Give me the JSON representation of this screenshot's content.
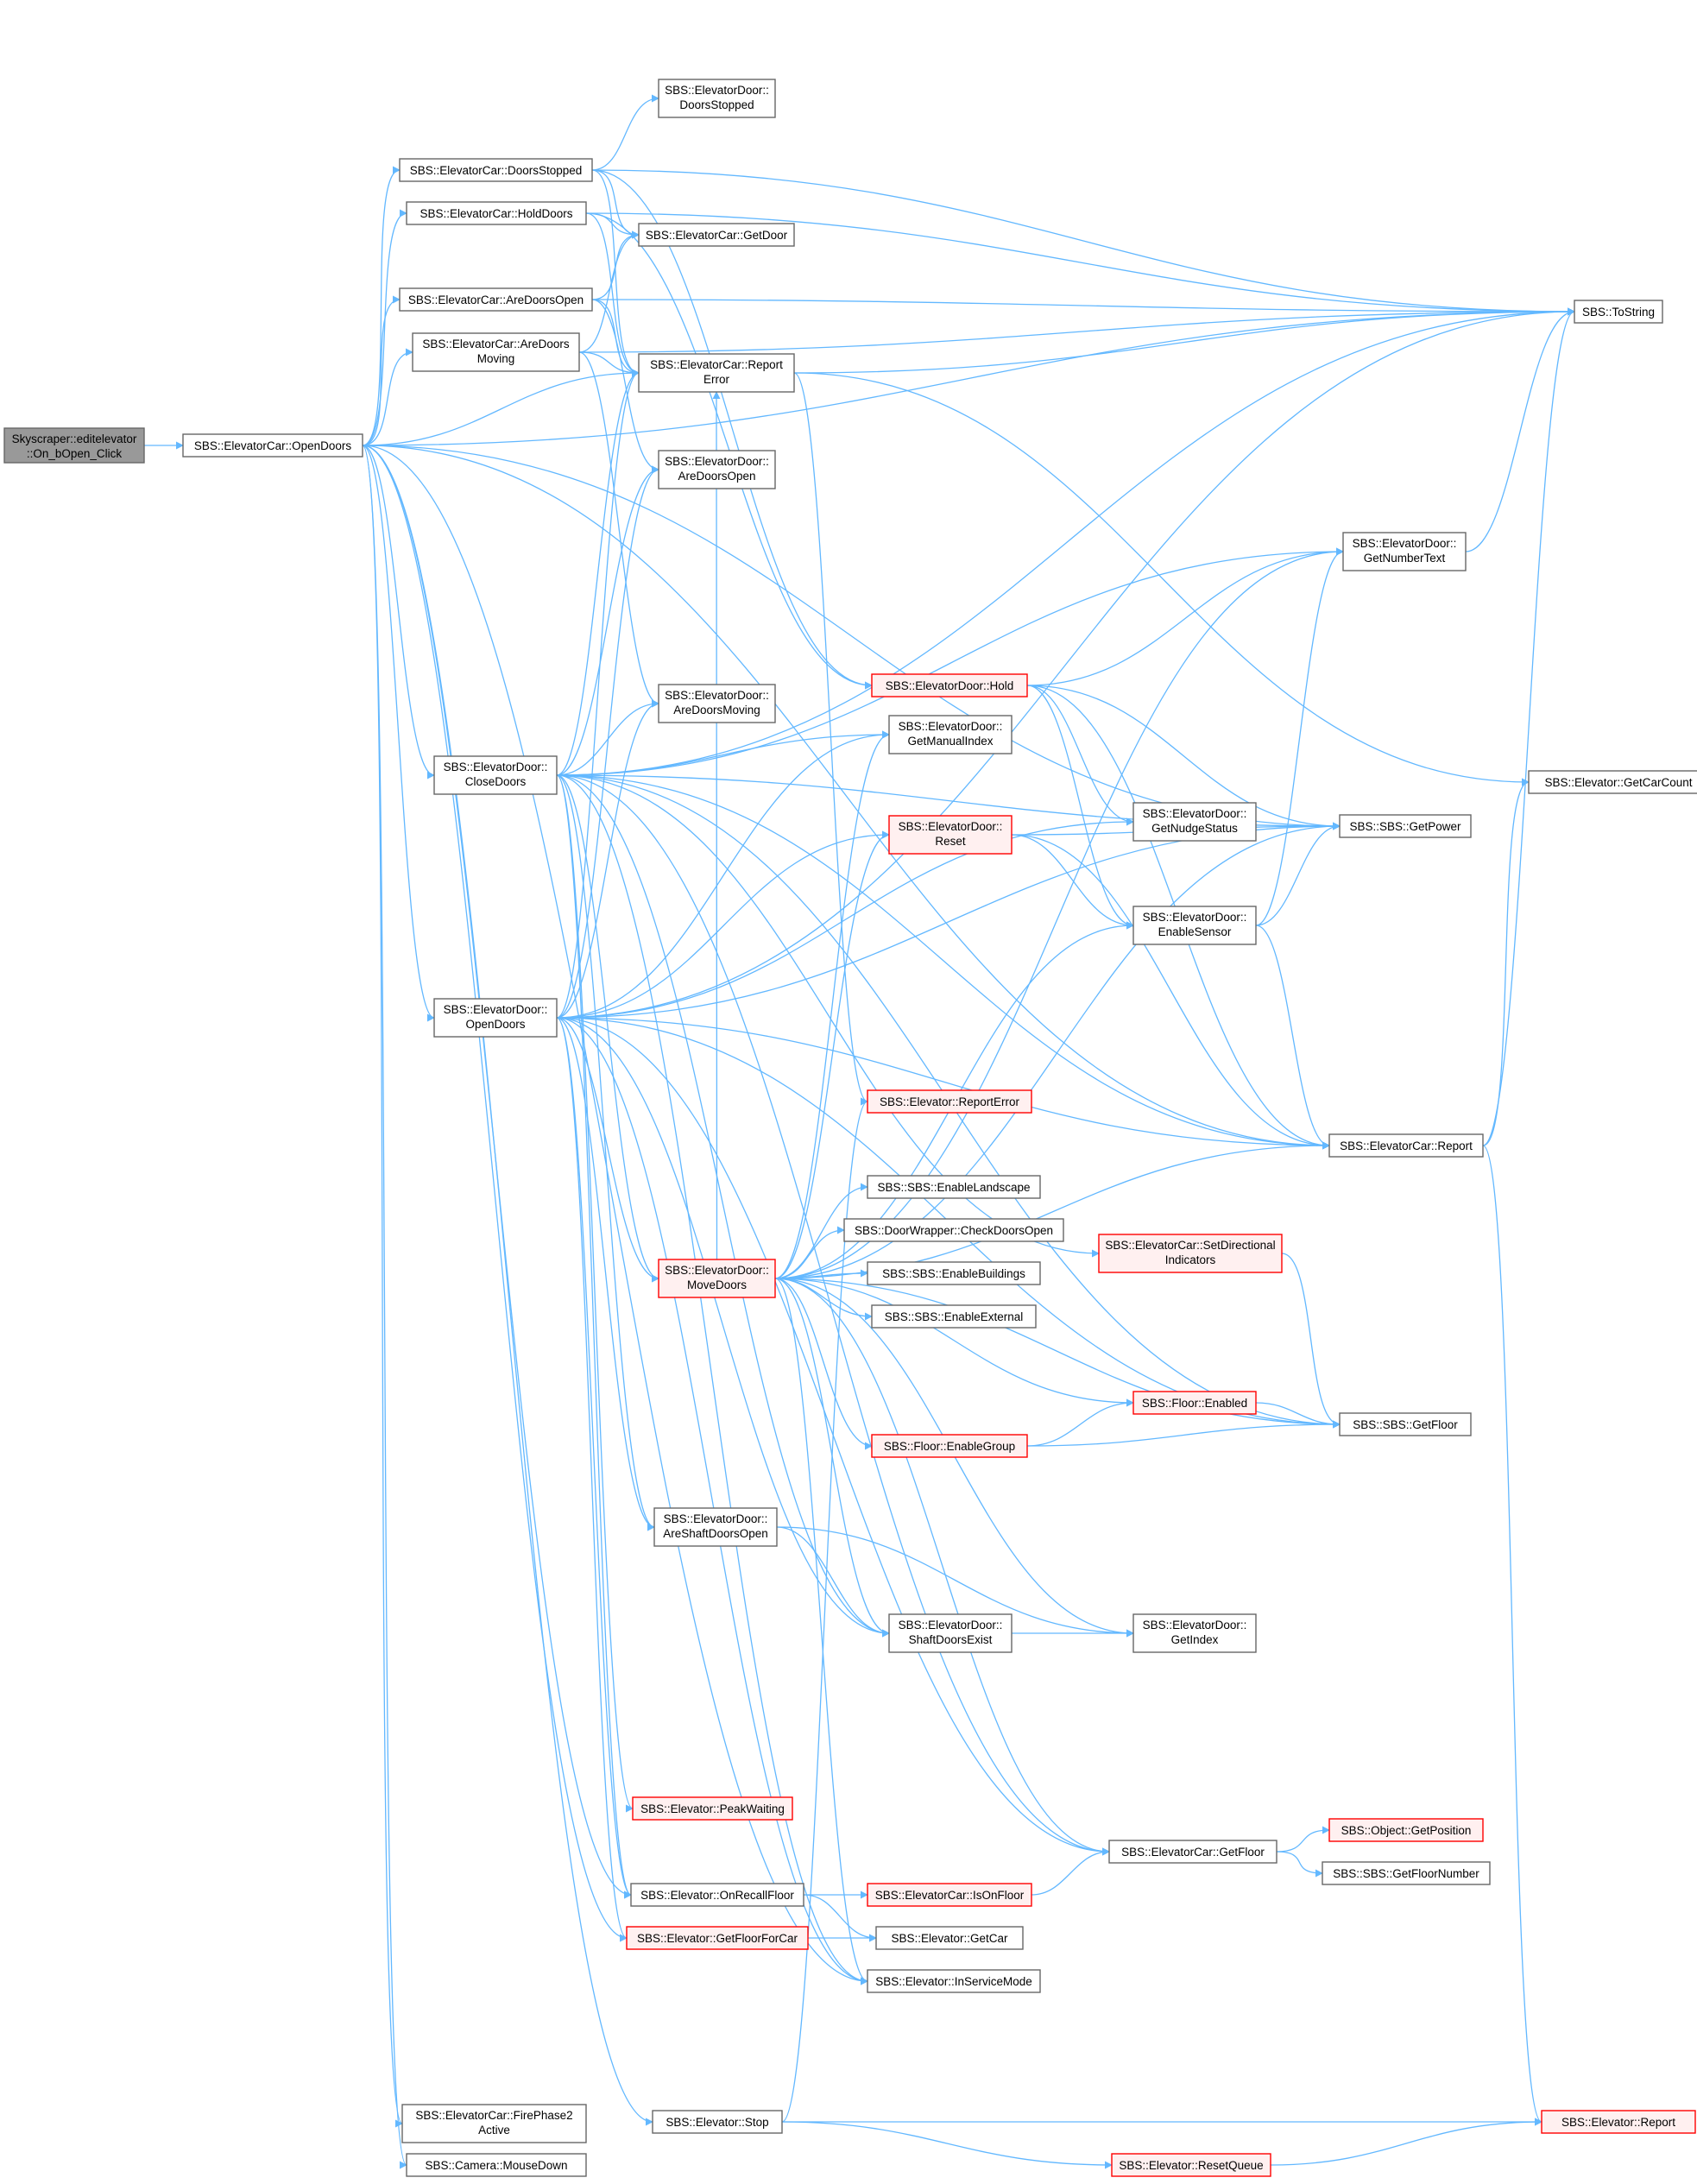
{
  "colors": {
    "edge": "#63b8ff",
    "node_border": "#666666",
    "node_fill": "#ffffff",
    "focus_fill": "#999999",
    "focus_border": "#666666",
    "truncated_border": "#ff0000",
    "truncated_fill": "#fff0f0"
  },
  "nodes": [
    {
      "id": "root",
      "lines": [
        "Skyscraper::editelevator",
        "::On_bOpen_Click"
      ],
      "kind": "focus"
    },
    {
      "id": "car_open",
      "lines": [
        "SBS::ElevatorCar::OpenDoors"
      ],
      "kind": "normal"
    },
    {
      "id": "door_stopped",
      "lines": [
        "SBS::ElevatorDoor::",
        "DoorsStopped"
      ],
      "kind": "normal"
    },
    {
      "id": "car_stopped",
      "lines": [
        "SBS::ElevatorCar::DoorsStopped"
      ],
      "kind": "normal"
    },
    {
      "id": "car_hold",
      "lines": [
        "SBS::ElevatorCar::HoldDoors"
      ],
      "kind": "normal"
    },
    {
      "id": "car_getdoor",
      "lines": [
        "SBS::ElevatorCar::GetDoor"
      ],
      "kind": "normal"
    },
    {
      "id": "car_areopen",
      "lines": [
        "SBS::ElevatorCar::AreDoorsOpen"
      ],
      "kind": "normal"
    },
    {
      "id": "car_aremoving",
      "lines": [
        "SBS::ElevatorCar::AreDoors",
        "Moving"
      ],
      "kind": "normal"
    },
    {
      "id": "car_reporterr",
      "lines": [
        "SBS::ElevatorCar::Report",
        "Error"
      ],
      "kind": "normal"
    },
    {
      "id": "tostring",
      "lines": [
        "SBS::ToString"
      ],
      "kind": "normal"
    },
    {
      "id": "door_areopen",
      "lines": [
        "SBS::ElevatorDoor::",
        "AreDoorsOpen"
      ],
      "kind": "normal"
    },
    {
      "id": "door_numtext",
      "lines": [
        "SBS::ElevatorDoor::",
        "GetNumberText"
      ],
      "kind": "normal"
    },
    {
      "id": "door_hold",
      "lines": [
        "SBS::ElevatorDoor::Hold"
      ],
      "kind": "truncated"
    },
    {
      "id": "door_aremoving",
      "lines": [
        "SBS::ElevatorDoor::",
        "AreDoorsMoving"
      ],
      "kind": "normal"
    },
    {
      "id": "door_manual",
      "lines": [
        "SBS::ElevatorDoor::",
        "GetManualIndex"
      ],
      "kind": "normal"
    },
    {
      "id": "door_close",
      "lines": [
        "SBS::ElevatorDoor::",
        "CloseDoors"
      ],
      "kind": "normal"
    },
    {
      "id": "elev_carcount",
      "lines": [
        "SBS::Elevator::GetCarCount"
      ],
      "kind": "normal"
    },
    {
      "id": "door_nudge",
      "lines": [
        "SBS::ElevatorDoor::",
        "GetNudgeStatus"
      ],
      "kind": "normal"
    },
    {
      "id": "sbs_power",
      "lines": [
        "SBS::SBS::GetPower"
      ],
      "kind": "normal"
    },
    {
      "id": "door_reset",
      "lines": [
        "SBS::ElevatorDoor::",
        "Reset"
      ],
      "kind": "truncated"
    },
    {
      "id": "door_sensor",
      "lines": [
        "SBS::ElevatorDoor::",
        "EnableSensor"
      ],
      "kind": "normal"
    },
    {
      "id": "door_open",
      "lines": [
        "SBS::ElevatorDoor::",
        "OpenDoors"
      ],
      "kind": "normal"
    },
    {
      "id": "elev_reporterr",
      "lines": [
        "SBS::Elevator::ReportError"
      ],
      "kind": "truncated"
    },
    {
      "id": "car_report",
      "lines": [
        "SBS::ElevatorCar::Report"
      ],
      "kind": "normal"
    },
    {
      "id": "sbs_landscape",
      "lines": [
        "SBS::SBS::EnableLandscape"
      ],
      "kind": "normal"
    },
    {
      "id": "wrap_check",
      "lines": [
        "SBS::DoorWrapper::CheckDoorsOpen"
      ],
      "kind": "normal"
    },
    {
      "id": "door_move",
      "lines": [
        "SBS::ElevatorDoor::",
        "MoveDoors"
      ],
      "kind": "truncated"
    },
    {
      "id": "car_dirind",
      "lines": [
        "SBS::ElevatorCar::SetDirectional",
        "Indicators"
      ],
      "kind": "truncated"
    },
    {
      "id": "sbs_buildings",
      "lines": [
        "SBS::SBS::EnableBuildings"
      ],
      "kind": "normal"
    },
    {
      "id": "sbs_external",
      "lines": [
        "SBS::SBS::EnableExternal"
      ],
      "kind": "normal"
    },
    {
      "id": "floor_enabled",
      "lines": [
        "SBS::Floor::Enabled"
      ],
      "kind": "truncated"
    },
    {
      "id": "sbs_getfloor",
      "lines": [
        "SBS::SBS::GetFloor"
      ],
      "kind": "normal"
    },
    {
      "id": "floor_group",
      "lines": [
        "SBS::Floor::EnableGroup"
      ],
      "kind": "truncated"
    },
    {
      "id": "door_shaftopen",
      "lines": [
        "SBS::ElevatorDoor::",
        "AreShaftDoorsOpen"
      ],
      "kind": "normal"
    },
    {
      "id": "door_shaftexist",
      "lines": [
        "SBS::ElevatorDoor::",
        "ShaftDoorsExist"
      ],
      "kind": "normal"
    },
    {
      "id": "door_index",
      "lines": [
        "SBS::ElevatorDoor::",
        "GetIndex"
      ],
      "kind": "normal"
    },
    {
      "id": "elev_peak",
      "lines": [
        "SBS::Elevator::PeakWaiting"
      ],
      "kind": "truncated"
    },
    {
      "id": "obj_pos",
      "lines": [
        "SBS::Object::GetPosition"
      ],
      "kind": "truncated"
    },
    {
      "id": "car_getfloor",
      "lines": [
        "SBS::ElevatorCar::GetFloor"
      ],
      "kind": "normal"
    },
    {
      "id": "sbs_floornum",
      "lines": [
        "SBS::SBS::GetFloorNumber"
      ],
      "kind": "normal"
    },
    {
      "id": "elev_recall",
      "lines": [
        "SBS::Elevator::OnRecallFloor"
      ],
      "kind": "normal"
    },
    {
      "id": "car_isonfloor",
      "lines": [
        "SBS::ElevatorCar::IsOnFloor"
      ],
      "kind": "truncated"
    },
    {
      "id": "elev_floorforcar",
      "lines": [
        "SBS::Elevator::GetFloorForCar"
      ],
      "kind": "truncated"
    },
    {
      "id": "elev_getcar",
      "lines": [
        "SBS::Elevator::GetCar"
      ],
      "kind": "normal"
    },
    {
      "id": "elev_service",
      "lines": [
        "SBS::Elevator::InServiceMode"
      ],
      "kind": "normal"
    },
    {
      "id": "car_fire",
      "lines": [
        "SBS::ElevatorCar::FirePhase2",
        "Active"
      ],
      "kind": "normal"
    },
    {
      "id": "elev_stop",
      "lines": [
        "SBS::Elevator::Stop"
      ],
      "kind": "normal"
    },
    {
      "id": "elev_report",
      "lines": [
        "SBS::Elevator::Report"
      ],
      "kind": "truncated"
    },
    {
      "id": "elev_resetq",
      "lines": [
        "SBS::Elevator::ResetQueue"
      ],
      "kind": "truncated"
    },
    {
      "id": "cam_mouse",
      "lines": [
        "SBS::Camera::MouseDown"
      ],
      "kind": "normal"
    }
  ],
  "edges": [
    [
      "root",
      "car_open"
    ],
    [
      "car_open",
      "tostring"
    ],
    [
      "car_open",
      "car_stopped"
    ],
    [
      "car_open",
      "car_hold"
    ],
    [
      "car_open",
      "car_areopen"
    ],
    [
      "car_open",
      "car_aremoving"
    ],
    [
      "car_open",
      "car_reporterr"
    ],
    [
      "car_open",
      "sbs_power"
    ],
    [
      "car_open",
      "door_close"
    ],
    [
      "car_open",
      "door_open"
    ],
    [
      "car_open",
      "elev_recall"
    ],
    [
      "car_open",
      "elev_floorforcar"
    ],
    [
      "car_open",
      "elev_service"
    ],
    [
      "car_open",
      "car_report"
    ],
    [
      "car_open",
      "car_fire"
    ],
    [
      "car_open",
      "elev_stop"
    ],
    [
      "car_open",
      "cam_mouse"
    ],
    [
      "car_stopped",
      "door_stopped"
    ],
    [
      "car_stopped",
      "car_getdoor"
    ],
    [
      "car_stopped",
      "car_reporterr"
    ],
    [
      "car_stopped",
      "tostring"
    ],
    [
      "car_stopped",
      "door_hold"
    ],
    [
      "car_hold",
      "car_getdoor"
    ],
    [
      "car_hold",
      "car_reporterr"
    ],
    [
      "car_hold",
      "tostring"
    ],
    [
      "car_hold",
      "door_hold"
    ],
    [
      "car_areopen",
      "car_getdoor"
    ],
    [
      "car_areopen",
      "car_reporterr"
    ],
    [
      "car_areopen",
      "tostring"
    ],
    [
      "car_areopen",
      "door_areopen"
    ],
    [
      "car_aremoving",
      "car_getdoor"
    ],
    [
      "car_aremoving",
      "car_reporterr"
    ],
    [
      "car_aremoving",
      "tostring"
    ],
    [
      "car_aremoving",
      "door_aremoving"
    ],
    [
      "car_reporterr",
      "tostring"
    ],
    [
      "car_reporterr",
      "elev_carcount"
    ],
    [
      "car_reporterr",
      "elev_reporterr"
    ],
    [
      "door_hold",
      "door_numtext"
    ],
    [
      "door_hold",
      "door_nudge"
    ],
    [
      "door_hold",
      "sbs_power"
    ],
    [
      "door_hold",
      "door_sensor"
    ],
    [
      "door_hold",
      "car_report"
    ],
    [
      "door_numtext",
      "tostring"
    ],
    [
      "door_close",
      "car_reporterr"
    ],
    [
      "door_close",
      "tostring"
    ],
    [
      "door_close",
      "door_areopen"
    ],
    [
      "door_close",
      "door_aremoving"
    ],
    [
      "door_close",
      "door_manual"
    ],
    [
      "door_close",
      "door_numtext"
    ],
    [
      "door_close",
      "sbs_power"
    ],
    [
      "door_close",
      "car_dirind"
    ],
    [
      "door_close",
      "door_move"
    ],
    [
      "door_close",
      "sbs_getfloor"
    ],
    [
      "door_close",
      "door_shaftopen"
    ],
    [
      "door_close",
      "door_shaftexist"
    ],
    [
      "door_close",
      "elev_peak"
    ],
    [
      "door_close",
      "car_getfloor"
    ],
    [
      "door_close",
      "elev_recall"
    ],
    [
      "door_close",
      "elev_service"
    ],
    [
      "door_close",
      "car_report"
    ],
    [
      "door_open",
      "car_reporterr"
    ],
    [
      "door_open",
      "tostring"
    ],
    [
      "door_open",
      "door_areopen"
    ],
    [
      "door_open",
      "door_aremoving"
    ],
    [
      "door_open",
      "door_manual"
    ],
    [
      "door_open",
      "door_nudge"
    ],
    [
      "door_open",
      "door_reset"
    ],
    [
      "door_open",
      "sbs_power"
    ],
    [
      "door_open",
      "door_move"
    ],
    [
      "door_open",
      "door_shaftopen"
    ],
    [
      "door_open",
      "door_shaftexist"
    ],
    [
      "door_open",
      "car_getfloor"
    ],
    [
      "door_open",
      "elev_recall"
    ],
    [
      "door_open",
      "elev_floorforcar"
    ],
    [
      "door_open",
      "elev_service"
    ],
    [
      "door_open",
      "car_report"
    ],
    [
      "door_open",
      "sbs_getfloor"
    ],
    [
      "door_reset",
      "door_sensor"
    ],
    [
      "door_reset",
      "sbs_power"
    ],
    [
      "door_reset",
      "car_report"
    ],
    [
      "door_sensor",
      "sbs_power"
    ],
    [
      "door_sensor",
      "door_numtext"
    ],
    [
      "door_sensor",
      "car_report"
    ],
    [
      "door_move",
      "door_numtext"
    ],
    [
      "door_move",
      "door_manual"
    ],
    [
      "door_move",
      "door_reset"
    ],
    [
      "door_move",
      "door_sensor"
    ],
    [
      "door_move",
      "sbs_power"
    ],
    [
      "door_move",
      "car_report"
    ],
    [
      "door_move",
      "sbs_landscape"
    ],
    [
      "door_move",
      "wrap_check"
    ],
    [
      "door_move",
      "sbs_buildings"
    ],
    [
      "door_move",
      "sbs_external"
    ],
    [
      "door_move",
      "floor_enabled"
    ],
    [
      "door_move",
      "floor_group"
    ],
    [
      "door_move",
      "sbs_getfloor"
    ],
    [
      "door_move",
      "door_shaftexist"
    ],
    [
      "door_move",
      "door_index"
    ],
    [
      "door_move",
      "car_getfloor"
    ],
    [
      "door_move",
      "elev_service"
    ],
    [
      "door_move",
      "car_reporterr"
    ],
    [
      "car_report",
      "tostring"
    ],
    [
      "car_report",
      "elev_carcount"
    ],
    [
      "car_report",
      "elev_report"
    ],
    [
      "car_dirind",
      "sbs_getfloor"
    ],
    [
      "floor_enabled",
      "sbs_getfloor"
    ],
    [
      "floor_group",
      "floor_enabled"
    ],
    [
      "floor_group",
      "sbs_getfloor"
    ],
    [
      "door_shaftopen",
      "door_shaftexist"
    ],
    [
      "door_shaftopen",
      "door_index"
    ],
    [
      "door_shaftexist",
      "door_index"
    ],
    [
      "car_getfloor",
      "obj_pos"
    ],
    [
      "car_getfloor",
      "sbs_floornum"
    ],
    [
      "elev_recall",
      "car_isonfloor"
    ],
    [
      "elev_recall",
      "elev_getcar"
    ],
    [
      "car_isonfloor",
      "car_getfloor"
    ],
    [
      "elev_floorforcar",
      "elev_getcar"
    ],
    [
      "elev_stop",
      "elev_report"
    ],
    [
      "elev_stop",
      "elev_resetq"
    ],
    [
      "elev_stop",
      "elev_reporterr"
    ],
    [
      "elev_resetq",
      "elev_report"
    ]
  ]
}
